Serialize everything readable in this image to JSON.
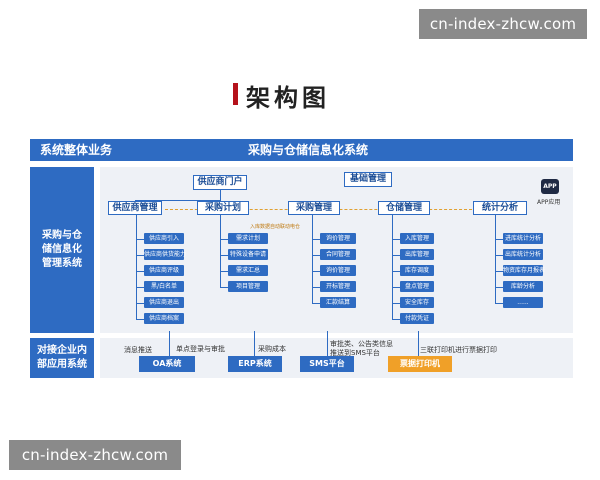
{
  "watermark": "cn-index-zhcw.com",
  "title": "架构图",
  "header": {
    "left": "系统整体业务",
    "right": "采购与仓储信息化系统"
  },
  "side": {
    "main": "采购与仓\n储信息化\n管理系统",
    "bottom": "对接企业内\n部应用系统"
  },
  "portal": "供应商门户",
  "base": "基础管理",
  "app": {
    "icon": "APP",
    "label": "APP应用"
  },
  "dashed_note": "入库数据自动联动电仓",
  "modules": [
    {
      "name": "供应商管理",
      "items": [
        "供应商引入",
        "供应商供货能力",
        "供应商评级",
        "黑/白名单",
        "供应商退出",
        "供应商档案"
      ]
    },
    {
      "name": "采购计划",
      "items": [
        "需求计划",
        "特殊设备申请",
        "需求汇总",
        "项目管理"
      ]
    },
    {
      "name": "采购管理",
      "items": [
        "询价管理",
        "合同管理",
        "询价管理",
        "开标管理",
        "汇款结算"
      ]
    },
    {
      "name": "仓储管理",
      "items": [
        "入库管理",
        "出库管理",
        "库存调度",
        "盘点管理",
        "安全库存",
        "付款凭证"
      ]
    },
    {
      "name": "统计分析",
      "items": [
        "进库统计分析",
        "出库统计分析",
        "物资库存月报表",
        "库龄分析",
        "......"
      ]
    }
  ],
  "bottom_notes": [
    "消息推送",
    "单点登录与审批",
    "采购成本",
    "审批类、公告类信息\n推送到SMS平台",
    "三联打印机进行票据打印"
  ],
  "systems": [
    {
      "name": "OA系统"
    },
    {
      "name": "ERP系统"
    },
    {
      "name": "SMS平台"
    },
    {
      "name": "票据打印机"
    }
  ],
  "colors": {
    "blue": "#2e6bc2",
    "orange": "#f0a028",
    "panel": "#eef1f6",
    "accent": "#b5121b"
  }
}
